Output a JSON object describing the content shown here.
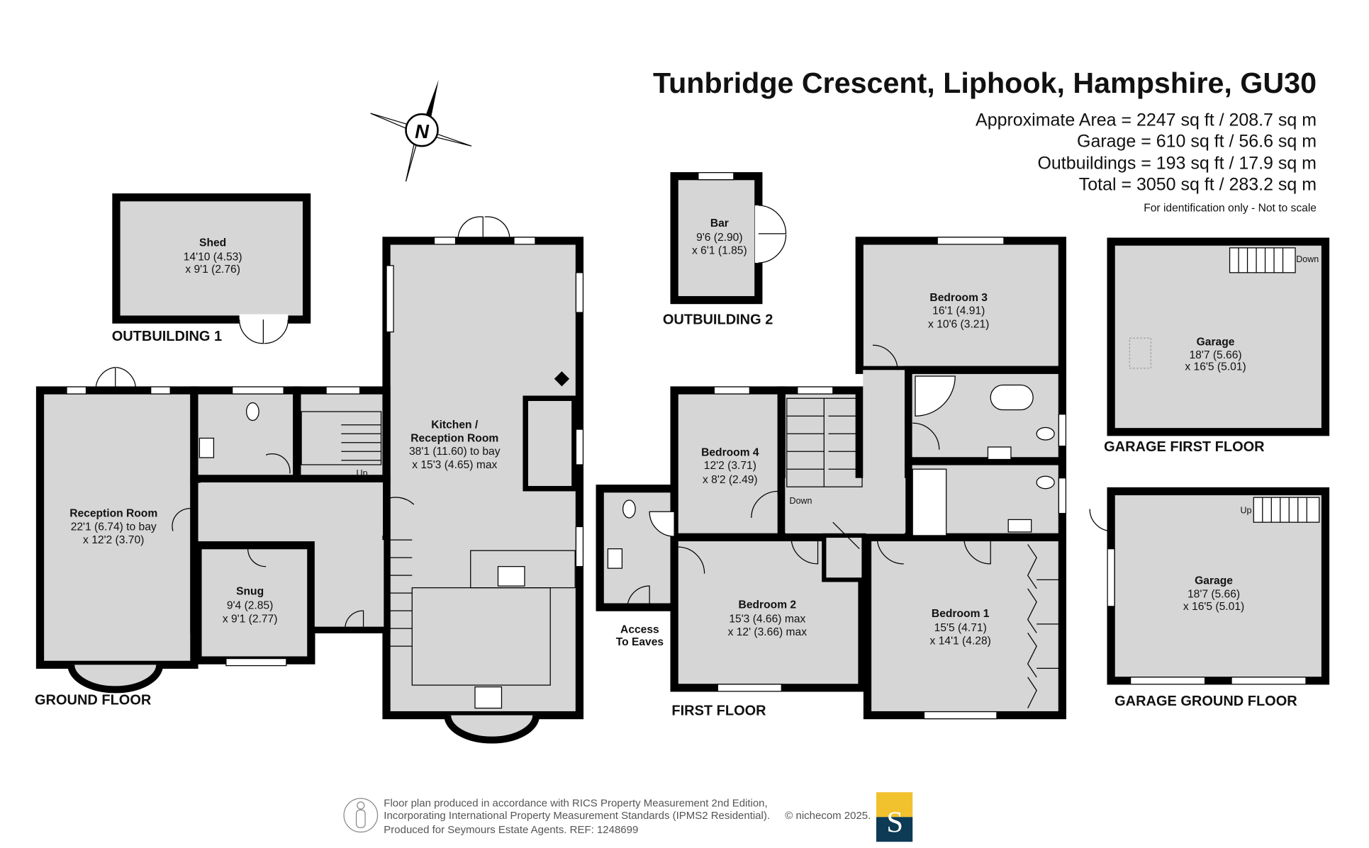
{
  "header": {
    "title": "Tunbridge Crescent, Liphook, Hampshire, GU30",
    "areas": [
      "Approximate Area = 2247 sq ft / 208.7 sq m",
      "Garage = 610 sq ft / 56.6 sq m",
      "Outbuildings = 193 sq ft / 17.9 sq m",
      "Total = 3050 sq ft / 283.2 sq m"
    ],
    "disclaimer": "For identification only - Not to scale"
  },
  "compass": {
    "label": "N"
  },
  "floors": {
    "outbuilding1": "OUTBUILDING 1",
    "outbuilding2": "OUTBUILDING 2",
    "ground": "GROUND FLOOR",
    "first": "FIRST FLOOR",
    "garage_first": "GARAGE FIRST FLOOR",
    "garage_ground": "GARAGE GROUND FLOOR"
  },
  "rooms": {
    "shed": {
      "name": "Shed",
      "dim1": "14'10 (4.53)",
      "dim2": "x 9'1 (2.76)"
    },
    "bar": {
      "name": "Bar",
      "dim1": "9'6 (2.90)",
      "dim2": "x 6'1 (1.85)"
    },
    "reception": {
      "name": "Reception Room",
      "dim1": "22'1 (6.74) to bay",
      "dim2": "x 12'2 (3.70)"
    },
    "snug": {
      "name": "Snug",
      "dim1": "9'4 (2.85)",
      "dim2": "x 9'1 (2.77)"
    },
    "kitchen": {
      "name1": "Kitchen /",
      "name2": "Reception Room",
      "dim1": "38'1 (11.60) to bay",
      "dim2": "x 15'3 (4.65) max"
    },
    "bedroom1": {
      "name": "Bedroom 1",
      "dim1": "15'5 (4.71)",
      "dim2": "x 14'1 (4.28)"
    },
    "bedroom2": {
      "name": "Bedroom 2",
      "dim1": "15'3 (4.66) max",
      "dim2": "x 12' (3.66) max"
    },
    "bedroom3": {
      "name": "Bedroom 3",
      "dim1": "16'1 (4.91)",
      "dim2": "x 10'6 (3.21)"
    },
    "bedroom4": {
      "name": "Bedroom 4",
      "dim1": "12'2 (3.71)",
      "dim2": "x 8'2 (2.49)"
    },
    "garage_first": {
      "name": "Garage",
      "dim1": "18'7 (5.66)",
      "dim2": "x 16'5 (5.01)"
    },
    "garage_ground": {
      "name": "Garage",
      "dim1": "18'7 (5.66)",
      "dim2": "x 16'5 (5.01)"
    },
    "eaves": {
      "line1": "Access",
      "line2": "To Eaves"
    }
  },
  "stairs": {
    "up_ground": "Up",
    "down_first": "Down",
    "down_garage": "Down",
    "up_garage": "Up"
  },
  "footer": {
    "lines": [
      "Floor plan produced in accordance with RICS Property Measurement 2nd Edition,",
      "Incorporating International Property Measurement Standards (IPMS2 Residential).",
      "Produced for Seymours Estate Agents.   REF: 1248699"
    ],
    "copyright": "© nichecom 2025.",
    "logo_letter": "S",
    "logo_colors": {
      "top": "#f2c12e",
      "bottom": "#0d3a55"
    }
  }
}
